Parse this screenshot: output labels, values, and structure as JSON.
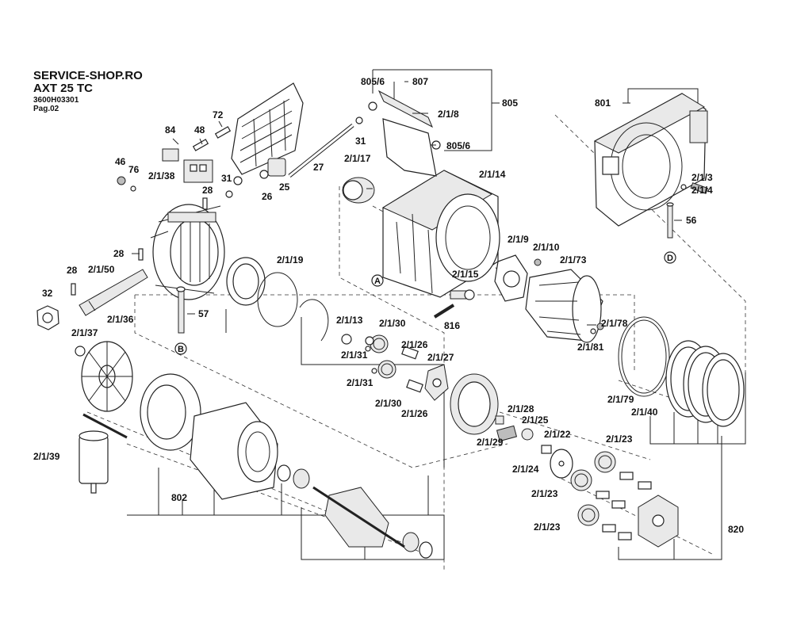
{
  "header": {
    "shop": "SERVICE-SHOP.RO",
    "model": "AXT 25 TC",
    "part_number": "3600H03301",
    "page": "Pag.02"
  },
  "reference_markers": [
    "A",
    "B",
    "D"
  ],
  "part_labels": [
    "72",
    "84",
    "48",
    "46",
    "76",
    "2/1/38",
    "31",
    "26",
    "28",
    "25",
    "27",
    "31",
    "805/6",
    "807",
    "2/1/8",
    "805",
    "805/6",
    "801",
    "2/1/17",
    "2/1/14",
    "2/1/3",
    "2/1/4",
    "56",
    "28",
    "2/1/19",
    "28",
    "2/1/50",
    "32",
    "57",
    "2/1/9",
    "2/1/10",
    "2/1/73",
    "2/1/15",
    "816",
    "2/1/13",
    "2/1/30",
    "2/1/26",
    "2/1/31",
    "2/1/27",
    "2/1/31",
    "2/1/30",
    "2/1/26",
    "2/1/36",
    "2/1/37",
    "2/1/78",
    "2/1/81",
    "2/1/79",
    "2/1/40",
    "2/1/28",
    "2/1/25",
    "2/1/29",
    "2/1/22",
    "2/1/23",
    "2/1/24",
    "2/1/23",
    "2/1/23",
    "2/1/39",
    "802",
    "820"
  ]
}
